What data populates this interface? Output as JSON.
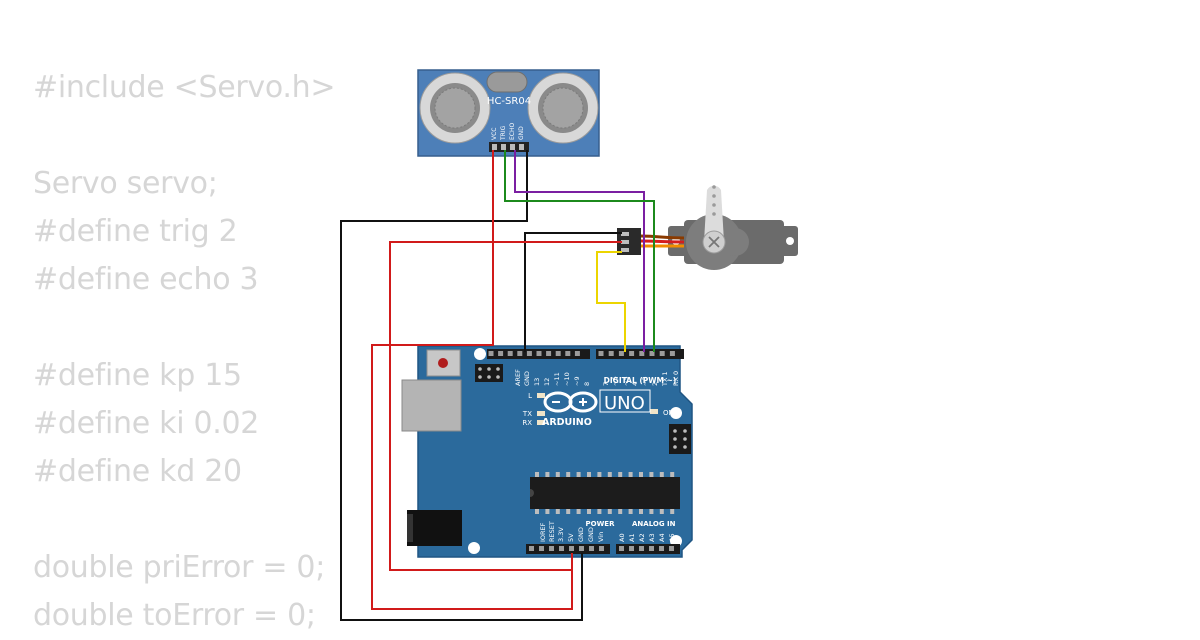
{
  "code_lines": [
    "#include <Servo.h>",
    "",
    "Servo servo;",
    "#define trig 2",
    "#define echo 3",
    "",
    "#define kp 15",
    "#define ki 0.02",
    "#define kd 20",
    "",
    "double priError = 0;",
    "double toError = 0;"
  ],
  "sensor": {
    "model": "HC-SR04",
    "pins": [
      "VCC",
      "TRIG",
      "ECHO",
      "GND"
    ]
  },
  "arduino": {
    "brand": "ARDUINO",
    "model": "UNO",
    "digital_label": "DIGITAL (PWM ~)",
    "power_label": "POWER",
    "analog_label": "ANALOG IN",
    "led_l": "L",
    "led_tx": "TX",
    "led_rx": "RX",
    "led_on": "ON",
    "digital_pins": [
      "AREF",
      "GND",
      "13",
      "12",
      "~11",
      "~10",
      "~9",
      "8",
      "7",
      "~6",
      "~5",
      "4",
      "~3",
      "2",
      "TX 1",
      "RX 0"
    ],
    "power_pins": [
      "IOREF",
      "RESET",
      "3.3V",
      "5V",
      "GND",
      "GND",
      "Vin"
    ],
    "analog_pins": [
      "A0",
      "A1",
      "A2",
      "A3",
      "A4",
      "A5"
    ]
  },
  "colors": {
    "board": "#2b6a9c",
    "sensor_board": "#4d7fb8",
    "wire_red": "#d11a1a",
    "wire_black": "#111111",
    "wire_green": "#1c8a1c",
    "wire_purple": "#7b1fa2",
    "wire_yellow": "#ecd500",
    "wire_orange": "#f28c00",
    "servo_body": "#6b6b6b",
    "code_text": "#d6d6d6"
  }
}
